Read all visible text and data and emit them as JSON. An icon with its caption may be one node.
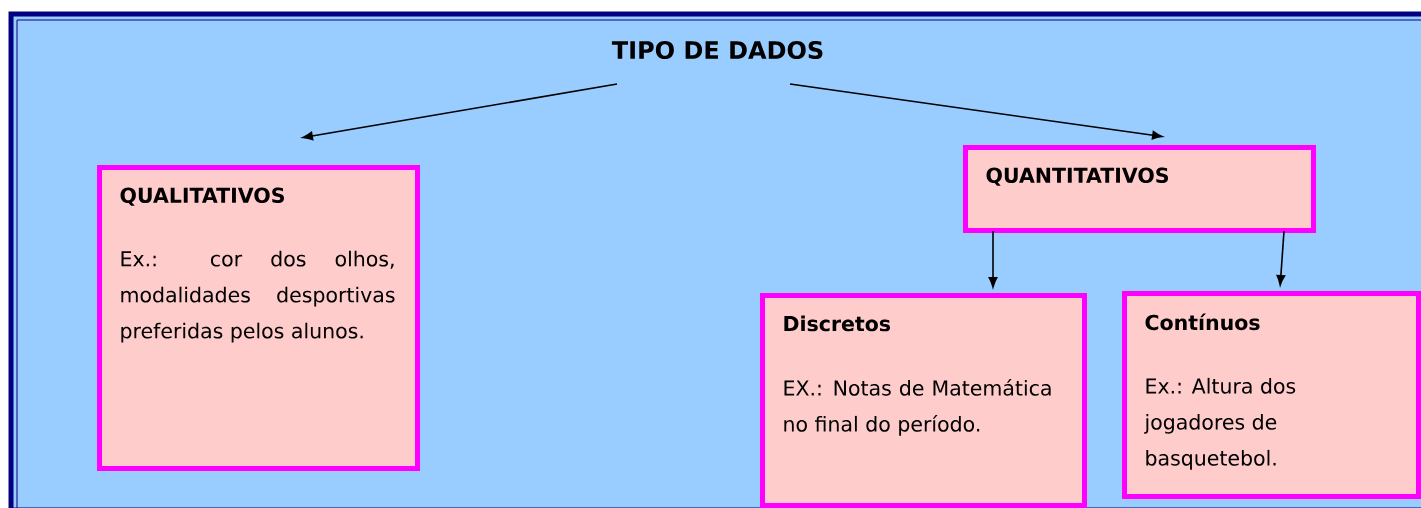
{
  "diagram": {
    "nodes": [
      {
        "text": [
          "TIPO DE DADOS"
        ]
      },
      {
        "text": [
          "QUALITATIVOS",
          "Ex.: cor dos olhos, modalidades desportivas preferidas pelos alunos."
        ]
      },
      {
        "text": [
          "QUANTITATIVOS"
        ]
      },
      {
        "text": [
          "Discretos",
          "EX.: Notas de Matemática no final do período."
        ]
      },
      {
        "text": [
          "Contínuos",
          "Ex.: Altura dos jogadores de basquetebol."
        ]
      }
    ],
    "edges": [
      {
        "from": 0,
        "to": 1,
        "arrow": "to"
      },
      {
        "from": 0,
        "to": 2,
        "arrow": "to"
      },
      {
        "from": 2,
        "to": 3,
        "arrow": "to"
      },
      {
        "from": 2,
        "to": 4,
        "arrow": "to"
      }
    ]
  }
}
